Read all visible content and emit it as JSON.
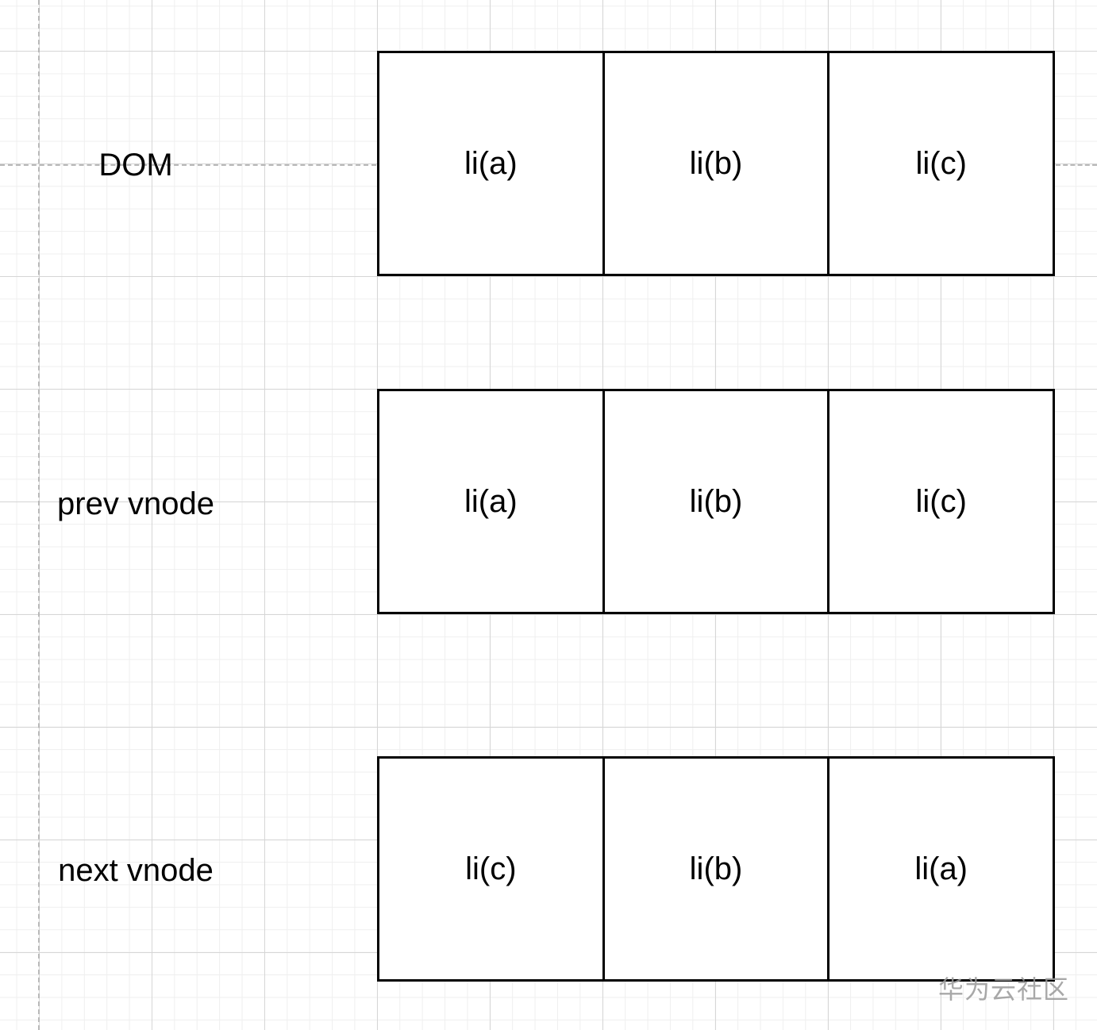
{
  "rows": [
    {
      "label": "DOM",
      "cells": [
        "li(a)",
        "li(b)",
        "li(c)"
      ]
    },
    {
      "label": "prev vnode",
      "cells": [
        "li(a)",
        "li(b)",
        "li(c)"
      ]
    },
    {
      "label": "next vnode",
      "cells": [
        "li(c)",
        "li(b)",
        "li(a)"
      ]
    }
  ],
  "watermark": "华为云社区",
  "colors": {
    "box_border": "#000000",
    "grid_major": "#d6d6d6",
    "grid_minor": "#efefef",
    "guide": "#b8b8b8",
    "watermark": "#9a9a9a"
  }
}
